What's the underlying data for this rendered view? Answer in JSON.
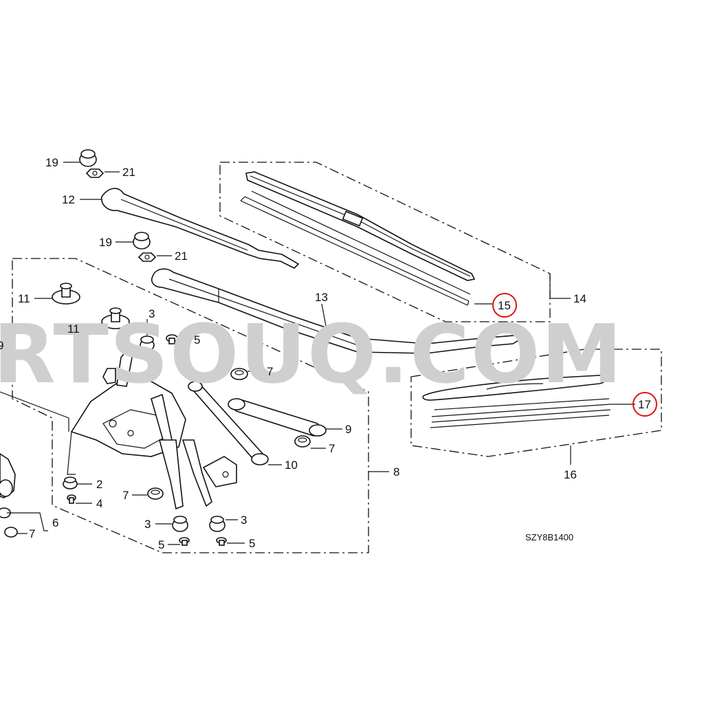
{
  "diagram": {
    "watermark": "RTSOUQ.COM",
    "code": "SZY8B1400",
    "highlight_color": "#e01010",
    "labels": {
      "l19a": "19",
      "l21a": "21",
      "l12": "12",
      "l19b": "19",
      "l21b": "21",
      "l13": "13",
      "l14": "14",
      "l15": "15",
      "l11a": "11",
      "l11b": "11",
      "l3a": "3",
      "l5a": "5",
      "l7a": "7",
      "l9": "9",
      "l7b": "7",
      "l10": "10",
      "l8": "8",
      "l2": "2",
      "l4": "4",
      "l7c": "7",
      "l3b": "3",
      "l3c": "3",
      "l5b": "5",
      "l5c": "5",
      "l6": "6",
      "l7d": "7",
      "l16": "16",
      "l17": "17",
      "l9edge": "9"
    },
    "highlighted_parts": [
      "15",
      "17"
    ]
  }
}
